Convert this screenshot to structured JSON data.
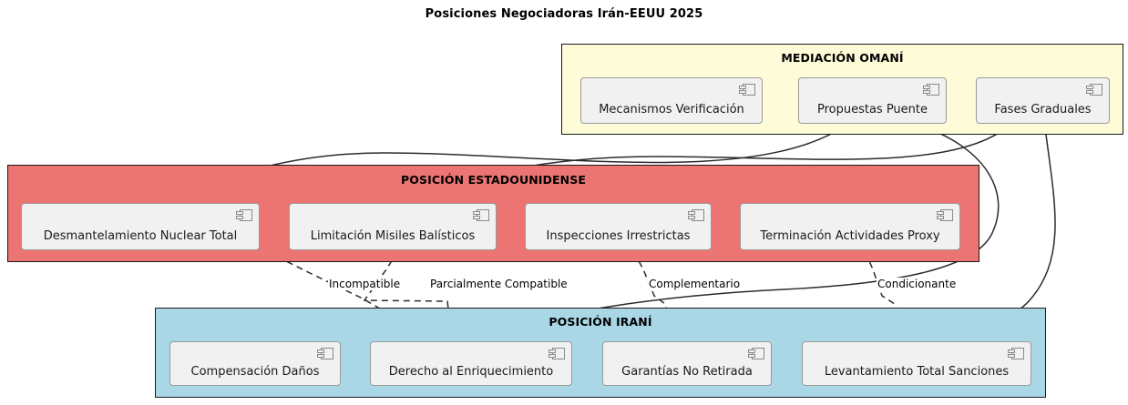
{
  "title": "Posiciones Negociadoras Irán-EEUU 2025",
  "colors": {
    "oman_fill": "#fdfbd8",
    "usa_fill": "#ec7472",
    "iran_fill": "#a9d7e6",
    "component_fill": "#f1f1f1",
    "border": "#1a1a1a",
    "edge": "#2b2b2b"
  },
  "packages": {
    "oman": {
      "title": "MEDIACIÓN OMANÍ",
      "components": [
        {
          "label": "Mecanismos Verificación",
          "icon": "component-icon"
        },
        {
          "label": "Propuestas Puente",
          "icon": "component-icon"
        },
        {
          "label": "Fases Graduales",
          "icon": "component-icon"
        }
      ]
    },
    "usa": {
      "title": "POSICIÓN ESTADOUNIDENSE",
      "components": [
        {
          "label": "Desmantelamiento Nuclear Total",
          "icon": "component-icon"
        },
        {
          "label": "Limitación Misiles Balísticos",
          "icon": "component-icon"
        },
        {
          "label": "Inspecciones Irrestrictas",
          "icon": "component-icon"
        },
        {
          "label": "Terminación Actividades Proxy",
          "icon": "component-icon"
        }
      ]
    },
    "iran": {
      "title": "POSICIÓN IRANÍ",
      "components": [
        {
          "label": "Compensación Daños",
          "icon": "component-icon"
        },
        {
          "label": "Derecho al Enriquecimiento",
          "icon": "component-icon"
        },
        {
          "label": "Garantías No Retirada",
          "icon": "component-icon"
        },
        {
          "label": "Levantamiento Total Sanciones",
          "icon": "component-icon"
        }
      ]
    }
  },
  "edge_labels": [
    {
      "text": "Incompatible"
    },
    {
      "text": "Parcialmente Compatible"
    },
    {
      "text": "Complementario"
    },
    {
      "text": "Condicionante"
    }
  ]
}
